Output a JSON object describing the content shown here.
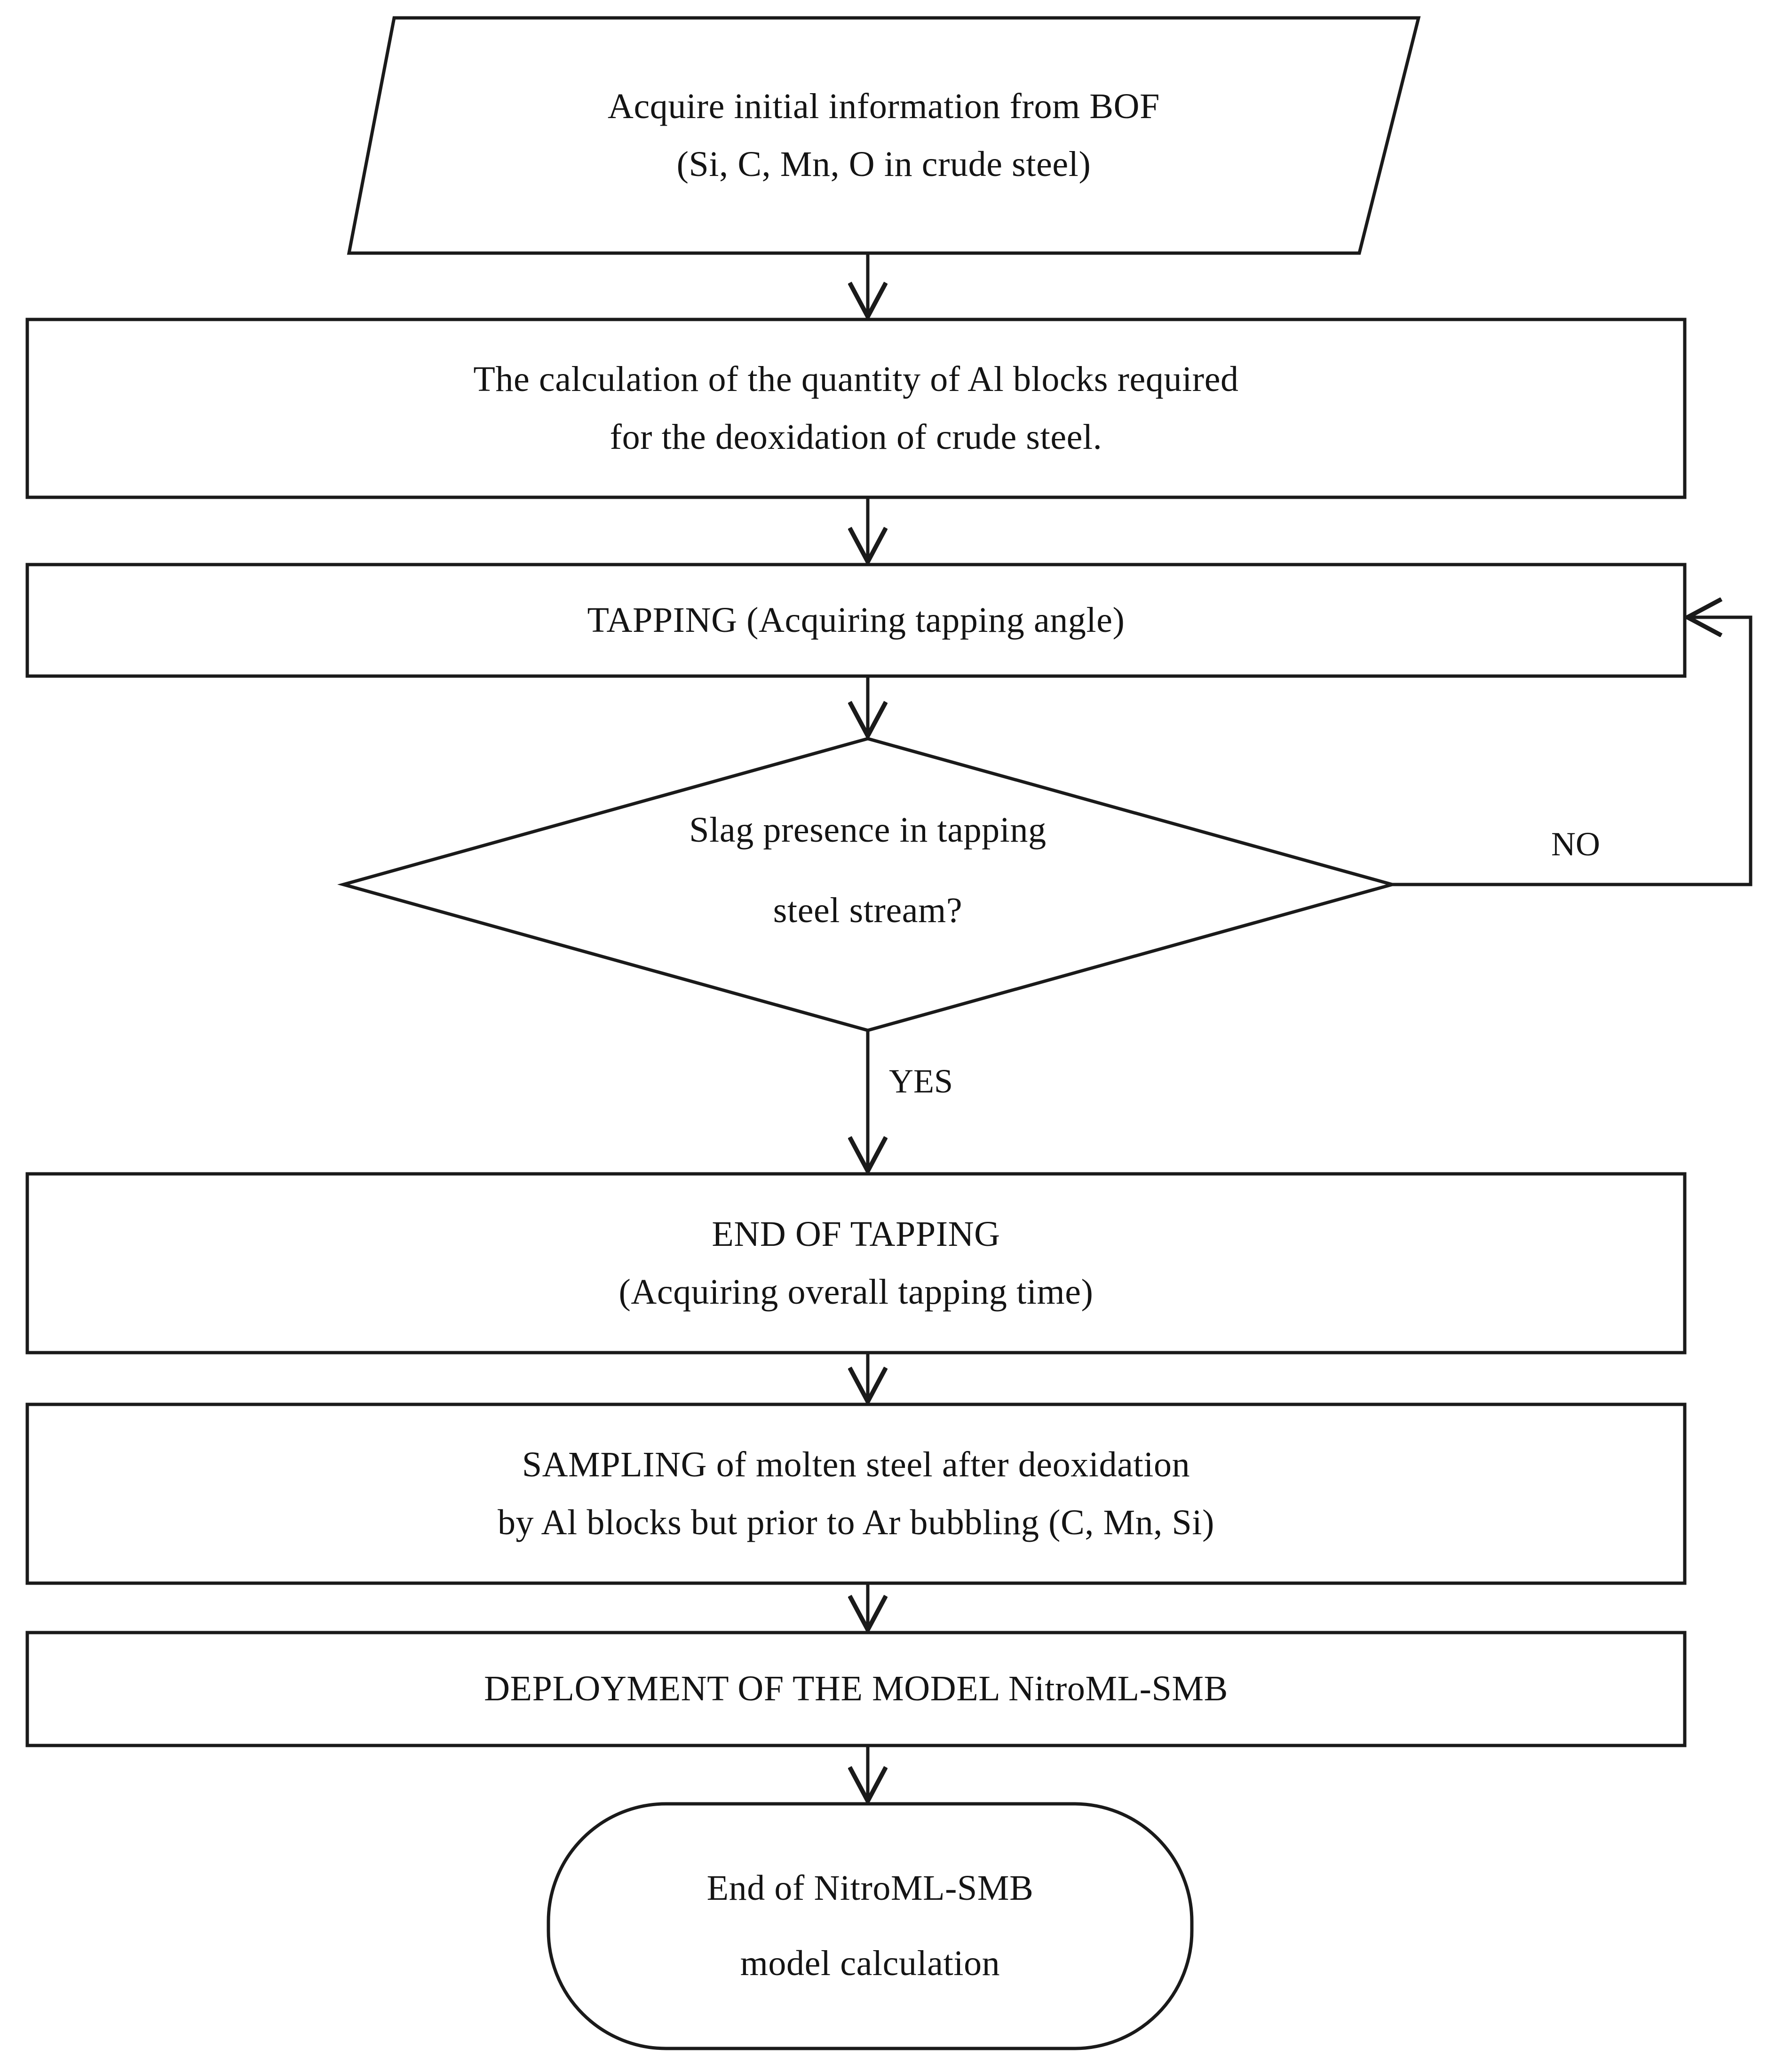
{
  "diagram": {
    "title": "NitroML-SMB model calculation flowchart",
    "type": "flowchart",
    "orientation": "top-to-bottom",
    "stroke_color": "#1a1a1a",
    "fill_color": "#ffffff",
    "text_color": "#141414"
  },
  "nodes": [
    {
      "id": "acquire-initial-information",
      "shape": "parallelogram",
      "role": "input",
      "lines": [
        "Acquire initial information from BOF",
        "(Si, C, Mn, O in crude steel)"
      ]
    },
    {
      "id": "calculate-al-blocks",
      "shape": "rectangle",
      "role": "process",
      "lines": [
        "The calculation of the quantity of Al blocks required",
        "for the deoxidation of crude steel."
      ]
    },
    {
      "id": "tapping",
      "shape": "rectangle",
      "role": "process",
      "lines": [
        "TAPPING (Acquiring tapping angle)"
      ]
    },
    {
      "id": "slag-presence-decision",
      "shape": "diamond",
      "role": "decision",
      "lines": [
        "Slag presence in tapping",
        "steel stream?"
      ]
    },
    {
      "id": "end-of-tapping",
      "shape": "rectangle",
      "role": "process",
      "lines": [
        "END OF TAPPING",
        "(Acquiring overall tapping time)"
      ]
    },
    {
      "id": "sampling",
      "shape": "rectangle",
      "role": "process",
      "lines": [
        "SAMPLING of molten steel after deoxidation",
        "by Al blocks but prior to Ar bubbling (C, Mn, Si)"
      ]
    },
    {
      "id": "deployment",
      "shape": "rectangle",
      "role": "process",
      "lines": [
        "DEPLOYMENT OF THE MODEL NitroML-SMB"
      ]
    },
    {
      "id": "end-terminator",
      "shape": "rounded-rectangle",
      "role": "terminator",
      "lines": [
        "End of NitroML-SMB",
        "model calculation"
      ]
    }
  ],
  "edges": [
    {
      "id": "e1",
      "from": "acquire-initial-information",
      "to": "calculate-al-blocks",
      "label": ""
    },
    {
      "id": "e2",
      "from": "calculate-al-blocks",
      "to": "tapping",
      "label": ""
    },
    {
      "id": "e3",
      "from": "tapping",
      "to": "slag-presence-decision",
      "label": ""
    },
    {
      "id": "e4",
      "from": "slag-presence-decision",
      "to": "tapping",
      "label": "NO"
    },
    {
      "id": "e5",
      "from": "slag-presence-decision",
      "to": "end-of-tapping",
      "label": "YES"
    },
    {
      "id": "e6",
      "from": "end-of-tapping",
      "to": "sampling",
      "label": ""
    },
    {
      "id": "e7",
      "from": "sampling",
      "to": "deployment",
      "label": ""
    },
    {
      "id": "e8",
      "from": "deployment",
      "to": "end-terminator",
      "label": ""
    }
  ],
  "edge_labels": {
    "no": "NO",
    "yes": "YES"
  }
}
